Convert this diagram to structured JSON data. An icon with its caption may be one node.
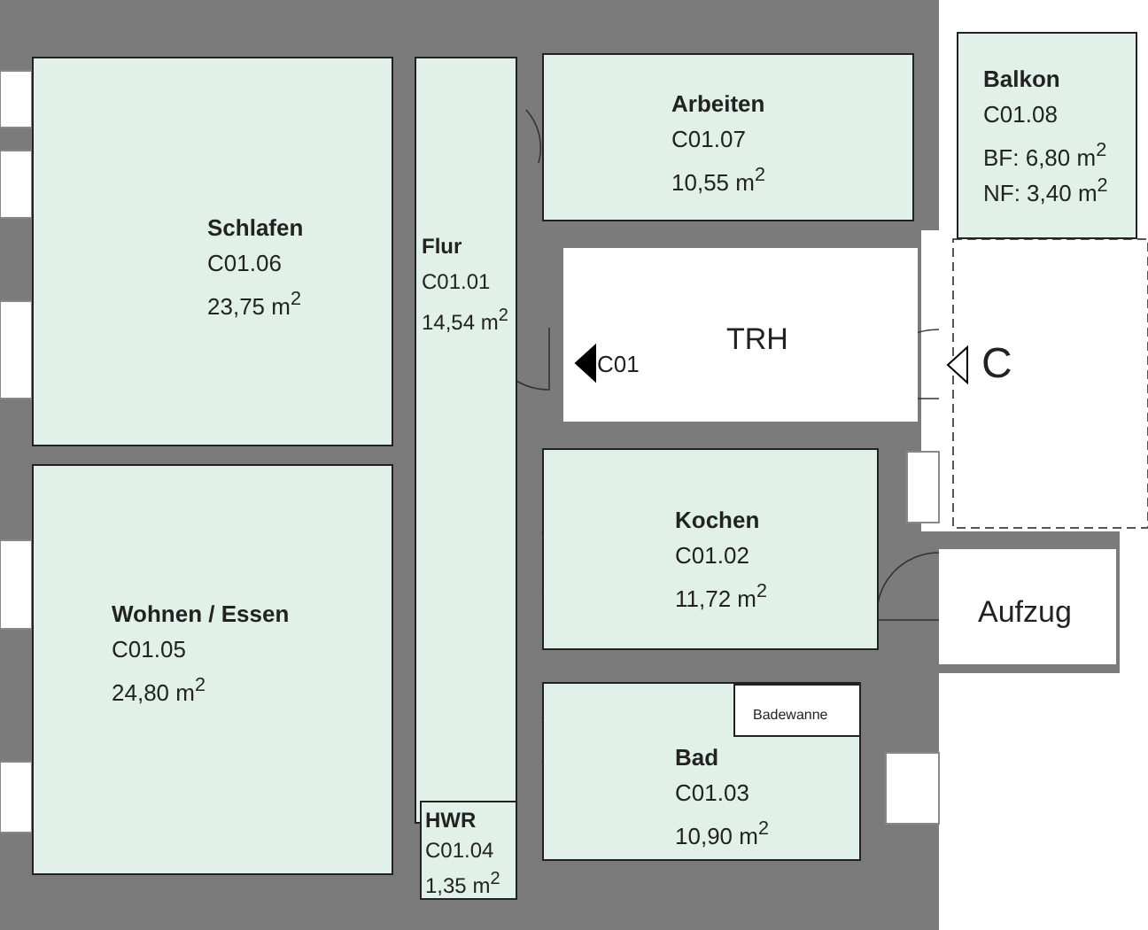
{
  "diagram": {
    "nodes": [
      {
        "text": [
          "Schlafen",
          "C01.06",
          "23,75 m$^{2}$"
        ]
      },
      {
        "text": [
          "Flur",
          "C01.01",
          "14,54 m$^{2}$"
        ]
      },
      {
        "text": [
          "Arbeiten",
          "C01.07",
          "10,55 m$^{2}$"
        ]
      },
      {
        "text": [
          "Balkon",
          "C01.08",
          "BF: 6,80 m$^{2}$",
          "NF: 3,40 m$^{2}$"
        ]
      },
      {
        "text": [
          "TRH"
        ]
      },
      {
        "text": [
          "Kochen",
          "C01.02",
          "11,72 m$^{2}$"
        ]
      },
      {
        "text": [
          "Wohnen / Essen",
          "C01.05",
          "24,80 m$^{2}$"
        ]
      },
      {
        "text": [
          "Aufzug"
        ]
      },
      {
        "text": [
          "Bad",
          "C01.03",
          "10,90 m$^{2}$"
        ]
      },
      {
        "text": [
          "Badewanne"
        ],
        "in": 8
      },
      {
        "text": [
          "HWR",
          "C01.04",
          "1,35 m$^{2}$"
        ]
      }
    ],
    "labels": [
      "C01",
      "C"
    ]
  }
}
